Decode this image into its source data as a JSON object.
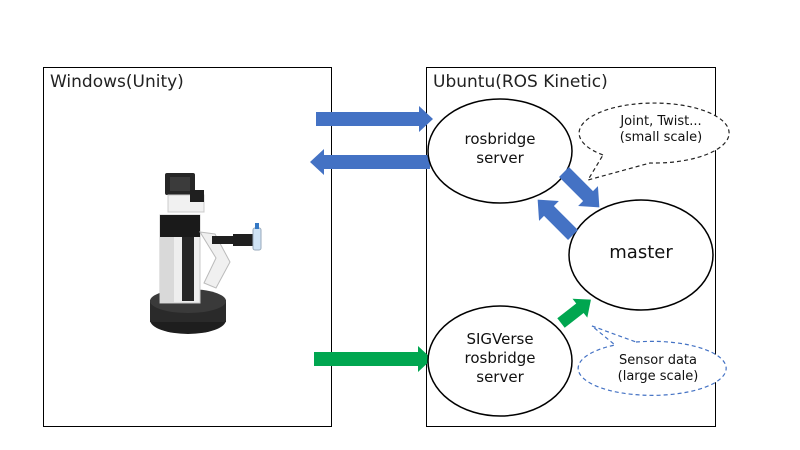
{
  "windows_box": {
    "title": "Windows(Unity)"
  },
  "ubuntu_box": {
    "title": "Ubuntu(ROS Kinetic)"
  },
  "nodes": {
    "rosbridge": {
      "lines": [
        "rosbridge",
        "server"
      ]
    },
    "master": {
      "label": "master"
    },
    "sigverse": {
      "lines": [
        "SIGVerse",
        "rosbridge",
        "server"
      ]
    }
  },
  "callouts": {
    "small": {
      "lines": [
        "Joint, Twist...",
        "(small scale)"
      ]
    },
    "large": {
      "lines": [
        "Sensor data",
        "(large scale)"
      ]
    }
  },
  "colors": {
    "blue_arrow": "#4472C4",
    "green_arrow": "#00A650",
    "dashed_border": "#4472C4"
  },
  "robot": {
    "icon": "robot-image"
  }
}
